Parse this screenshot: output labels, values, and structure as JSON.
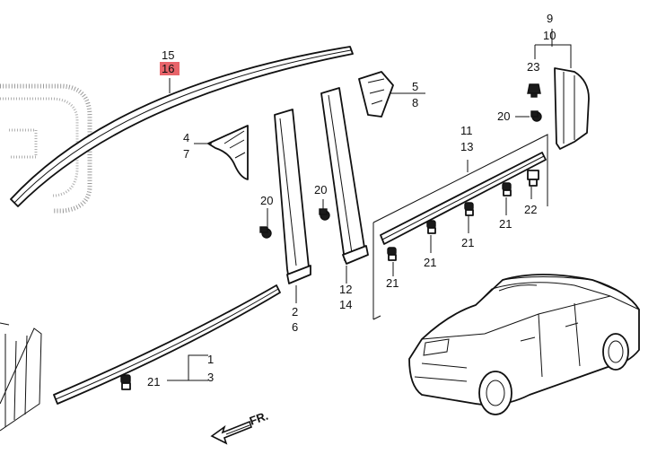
{
  "callouts": {
    "c15": "15",
    "c16": "16",
    "c4": "4",
    "c7": "7",
    "c5": "5",
    "c8": "8",
    "c9": "9",
    "c10": "10",
    "c23": "23",
    "c20_right": "20",
    "c11": "11",
    "c13": "13",
    "c20_left": "20",
    "c20_mid": "20",
    "c22": "22",
    "c21_a": "21",
    "c21_b": "21",
    "c21_c": "21",
    "c21_d": "21",
    "c12": "12",
    "c14": "14",
    "c2": "2",
    "c6": "6",
    "c1": "1",
    "c3": "3",
    "c21_bottom": "21"
  },
  "direction": {
    "label": "FR."
  },
  "colors": {
    "highlight": "#e8646a",
    "line": "#111111",
    "phantom": "#9a9a9a"
  }
}
